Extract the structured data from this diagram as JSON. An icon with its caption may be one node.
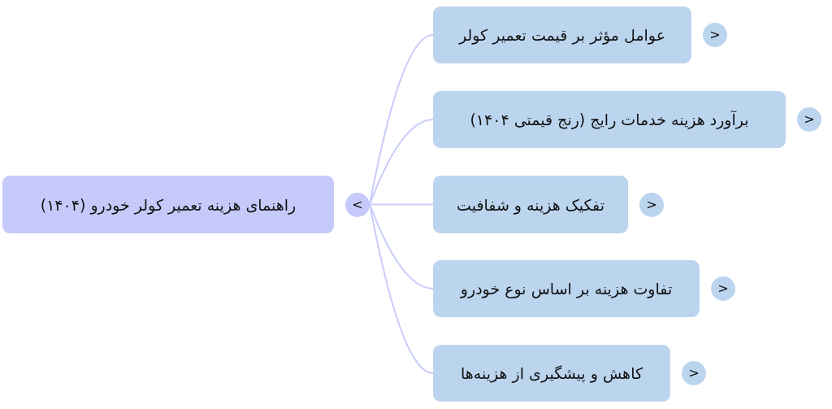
{
  "diagram": {
    "nodes": [
      {
        "text": [
          "راهنمای هزینه تعمیر کولر خودرو (۱۴۰۴)"
        ],
        "beside": [
          "<"
        ]
      },
      {
        "text": [
          "عوامل مؤثر بر قیمت تعمیر کولر"
        ],
        "beside": [
          ">"
        ]
      },
      {
        "text": [
          "برآورد هزینه خدمات رایج (رنج قیمتی ۱۴۰۴)"
        ],
        "beside": [
          ">"
        ]
      },
      {
        "text": [
          "تفکیک هزینه و شفافیت"
        ],
        "beside": [
          ">"
        ]
      },
      {
        "text": [
          "تفاوت هزینه بر اساس نوع خودرو"
        ],
        "beside": [
          ">"
        ]
      },
      {
        "text": [
          "کاهش و پیشگیری از هزینه‌ها"
        ],
        "beside": [
          ">"
        ]
      }
    ],
    "edges": [
      {
        "from": 0,
        "to": 1,
        "arrow": "none"
      },
      {
        "from": 0,
        "to": 2,
        "arrow": "none"
      },
      {
        "from": 0,
        "to": 3,
        "arrow": "none"
      },
      {
        "from": 0,
        "to": 4,
        "arrow": "none"
      },
      {
        "from": 0,
        "to": 5,
        "arrow": "none"
      }
    ]
  }
}
